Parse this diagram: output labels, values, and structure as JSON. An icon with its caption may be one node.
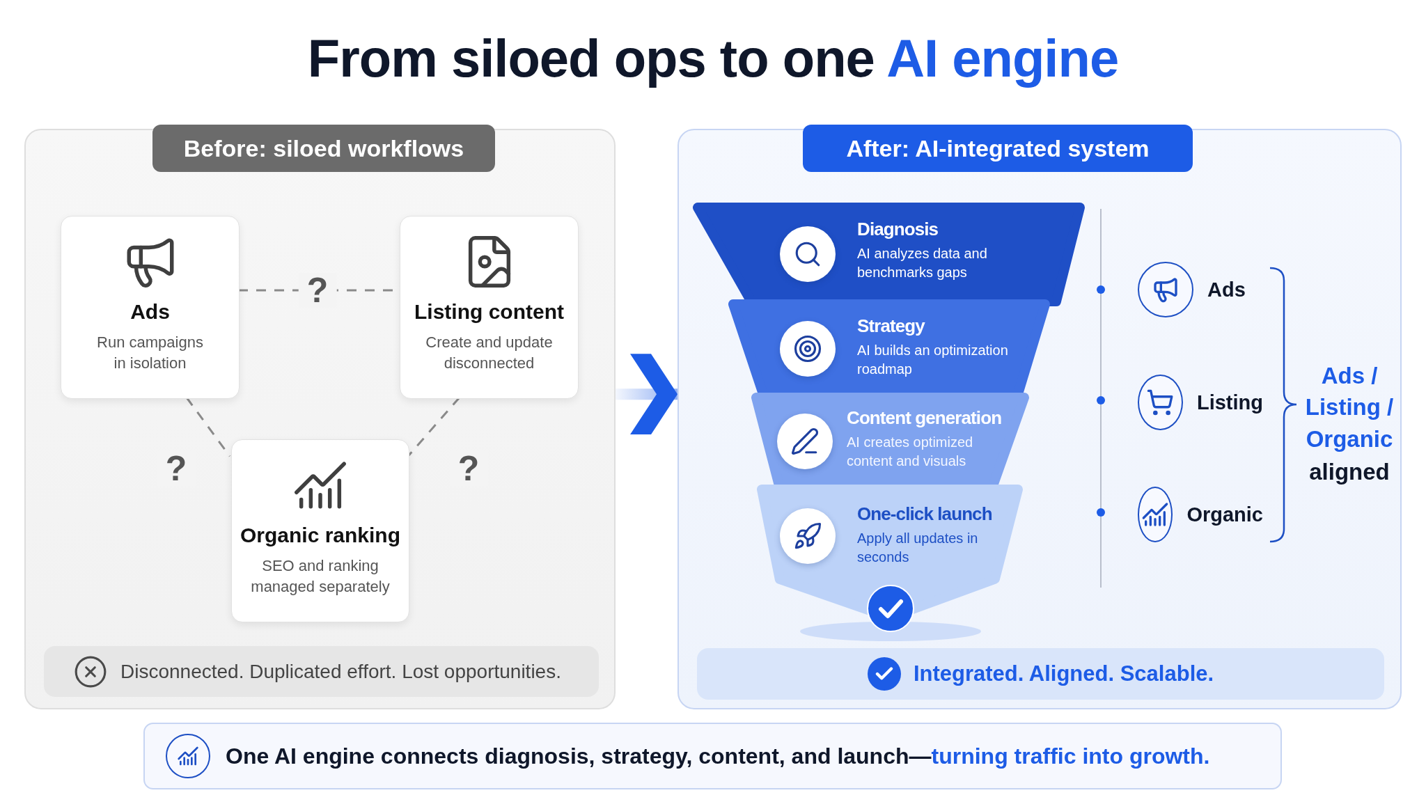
{
  "diagram": {
    "title": "From siloed ops to one AI engine",
    "nodes": [
      {
        "text": [
          "Before: siloed workflows"
        ]
      },
      {
        "text": [
          "Ads",
          "Run campaigns in isolation"
        ],
        "in": 0
      },
      {
        "text": [
          "Listing content",
          "Create and update disconnected"
        ],
        "in": 0
      },
      {
        "text": [
          "Organic ranking",
          "SEO and ranking managed separately"
        ],
        "in": 0
      },
      {
        "text": [
          "Disconnected. Duplicated effort. Lost opportunities."
        ],
        "in": 0
      },
      {
        "text": [
          "After: AI-integrated system"
        ]
      },
      {
        "text": [
          "Diagnosis",
          "AI analyzes data and benchmarks gaps"
        ],
        "in": 5
      },
      {
        "text": [
          "Strategy",
          "AI builds an optimization roadmap"
        ],
        "in": 5
      },
      {
        "text": [
          "Content generation",
          "AI creates optimized content and visuals"
        ],
        "in": 5
      },
      {
        "text": [
          "One-click launch",
          "Apply all updates in seconds"
        ],
        "in": 5
      },
      {
        "text": [
          "Ads"
        ],
        "in": 5
      },
      {
        "text": [
          "Listing"
        ],
        "in": 5
      },
      {
        "text": [
          "Organic"
        ],
        "in": 5
      },
      {
        "text": [
          "Ads / Listing / Organic",
          "aligned"
        ],
        "in": 5
      },
      {
        "text": [
          "Integrated. Aligned. Scalable."
        ],
        "in": 5
      },
      {
        "text": [
          "One AI engine connects diagnosis, strategy, content, and launch—",
          "turning traffic into growth."
        ]
      }
    ],
    "edges": [
      {
        "from": 1,
        "to": 2,
        "arrow": "none",
        "label": "?",
        "style": "dashed"
      },
      {
        "from": 1,
        "to": 3,
        "arrow": "none",
        "label": "?",
        "style": "dashed"
      },
      {
        "from": 2,
        "to": 3,
        "arrow": "none",
        "label": "?",
        "style": "dashed"
      },
      {
        "from": 0,
        "to": 5,
        "arrow": "to",
        "style": "thick",
        "color": "#1d5ce6"
      }
    ]
  }
}
